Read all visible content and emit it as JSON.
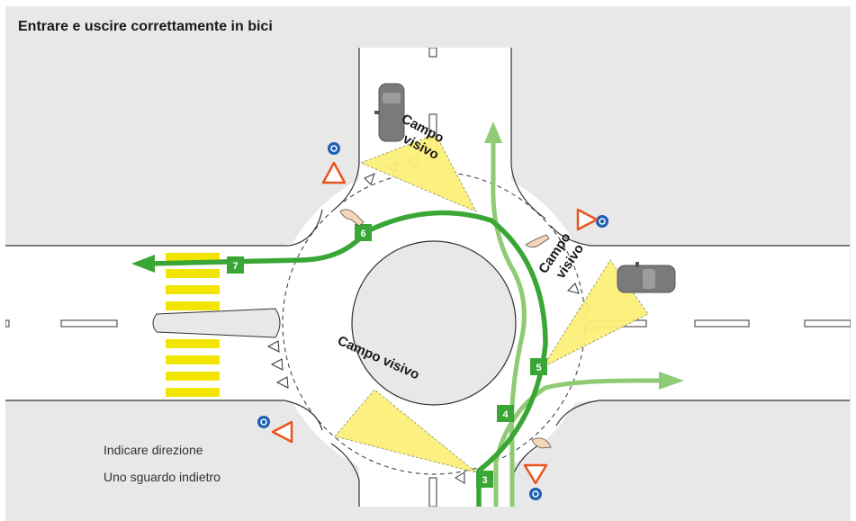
{
  "header": {
    "title": "Entrare e uscire correttamente in bici"
  },
  "labels": {
    "field_of_view": "Campo visivo",
    "field_of_view_top": [
      "Campo",
      "visivo"
    ],
    "field_of_view_right": [
      "Campo",
      "visivo"
    ],
    "indicate_direction": "Indicare direzione",
    "look_back": "Uno sguardo indietro"
  },
  "steps": [
    "3",
    "4",
    "5",
    "6",
    "7"
  ],
  "colors": {
    "path_dark": "#3aa635",
    "path_light": "#8fca74",
    "field_of_view": "#fbf07a",
    "crosswalk": "#f2e600",
    "yield_sign": "#e8541e",
    "roundabout_sign": "#1e5fb4",
    "car": "#7a7a7a",
    "header_bg": "#e8e8e8"
  },
  "icons": [
    "roundabout-sign-icon",
    "yield-sign-icon",
    "hand-signal-icon",
    "car-icon",
    "direction-arrow-icon"
  ]
}
